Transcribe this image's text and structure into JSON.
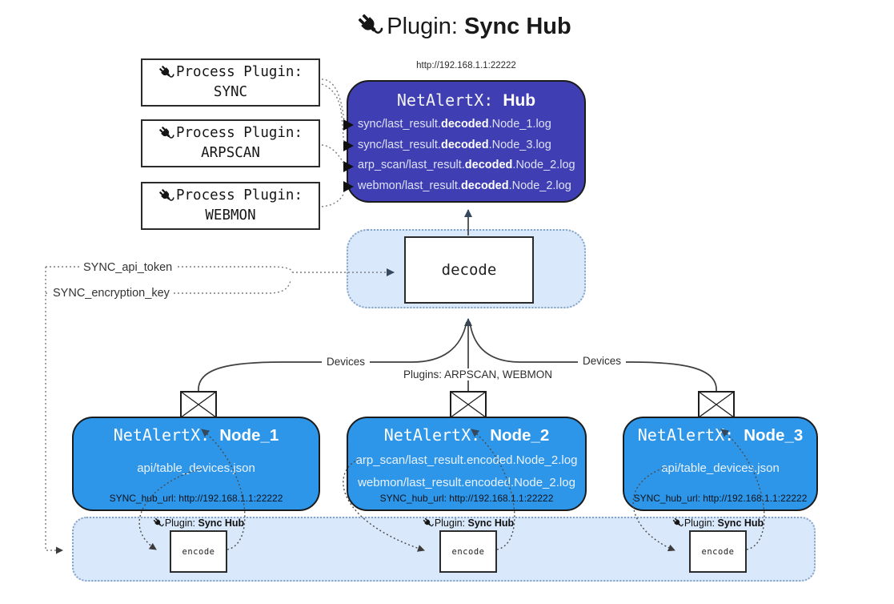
{
  "page_title": {
    "plain": "Plugin: ",
    "bold": "Sync Hub"
  },
  "hub": {
    "url": "http://192.168.1.1:22222",
    "name_prefix": "NetAlertX: ",
    "name": "Hub",
    "files": [
      {
        "pre": "sync/last_result.",
        "mid": "decoded",
        "post": ".Node_1.log"
      },
      {
        "pre": "sync/last_result.",
        "mid": "decoded",
        "post": ".Node_3.log"
      },
      {
        "pre": "arp_scan/last_result.",
        "mid": "decoded",
        "post": ".Node_2.log"
      },
      {
        "pre": "webmon/last_result.",
        "mid": "decoded",
        "post": ".Node_2.log"
      }
    ]
  },
  "process_plugins": [
    {
      "label": "Process Plugin:",
      "name": "SYNC"
    },
    {
      "label": "Process Plugin:",
      "name": "ARPSCAN"
    },
    {
      "label": "Process Plugin:",
      "name": "WEBMON"
    }
  ],
  "decode_label": "decode",
  "settings": {
    "api_token": "SYNC_api_token",
    "encryption_key": "SYNC_encryption_key"
  },
  "edge_labels": {
    "devices_left": "Devices",
    "devices_right": "Devices",
    "plugins": "Plugins: ARPSCAN, WEBMON"
  },
  "nodes": [
    {
      "name_prefix": "NetAlertX: ",
      "name": "Node_1",
      "files": [
        "api/table_devices.json"
      ],
      "hub_url": "SYNC_hub_url: http://192.168.1.1:22222"
    },
    {
      "name_prefix": "NetAlertX: ",
      "name": "Node_2",
      "files": [
        "arp_scan/last_result.encoded.Node_2.log",
        "webmon/last_result.encoded.Node_2.log"
      ],
      "hub_url": "SYNC_hub_url: http://192.168.1.1:22222"
    },
    {
      "name_prefix": "NetAlertX: ",
      "name": "Node_3",
      "files": [
        "api/table_devices.json"
      ],
      "hub_url": "SYNC_hub_url: http://192.168.1.1:22222"
    }
  ],
  "encode": {
    "plugin_plain": "Plugin: ",
    "plugin_bold": "Sync Hub",
    "box_label": "encode"
  },
  "colors": {
    "hub_bg": "#3f3fb3",
    "node_bg": "#2d96e9",
    "panel_bg": "#d9e8fa",
    "arrow": "#34495e"
  }
}
